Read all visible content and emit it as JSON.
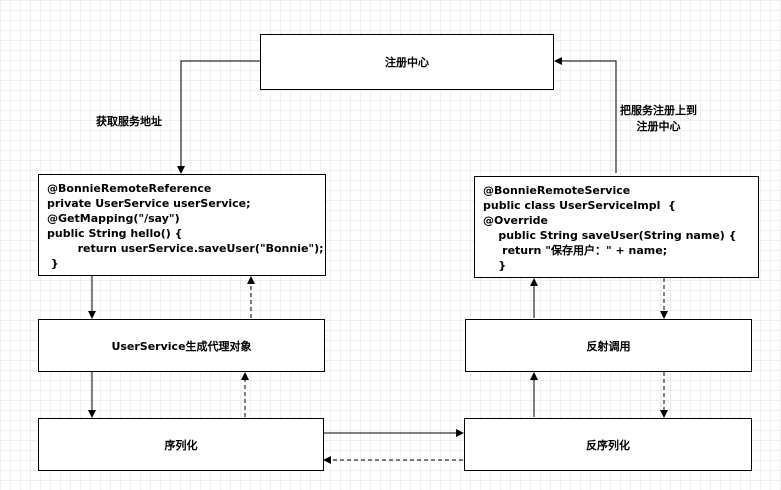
{
  "registry": {
    "label": "注册中心"
  },
  "labels": {
    "get_address": "获取服务地址",
    "register_line1": "把服务注册上到",
    "register_line2": "注册中心"
  },
  "client_code": {
    "lines": [
      "@BonnieRemoteReference",
      "private UserService userService;",
      "@GetMapping(\"/say\")",
      "public String hello() {",
      "        return userService.saveUser(\"Bonnie\");",
      " }"
    ]
  },
  "server_code": {
    "lines": [
      "@BonnieRemoteService",
      "public class UserServiceImpl  {",
      "@Override",
      "    public String saveUser(String name) {",
      "     return \"保存用户：\" + name;",
      "    }"
    ]
  },
  "proxy": {
    "label": "UserService生成代理对象"
  },
  "serialize": {
    "label": "序列化"
  },
  "reflect": {
    "label": "反射调用"
  },
  "deserialize": {
    "label": "反序列化"
  }
}
